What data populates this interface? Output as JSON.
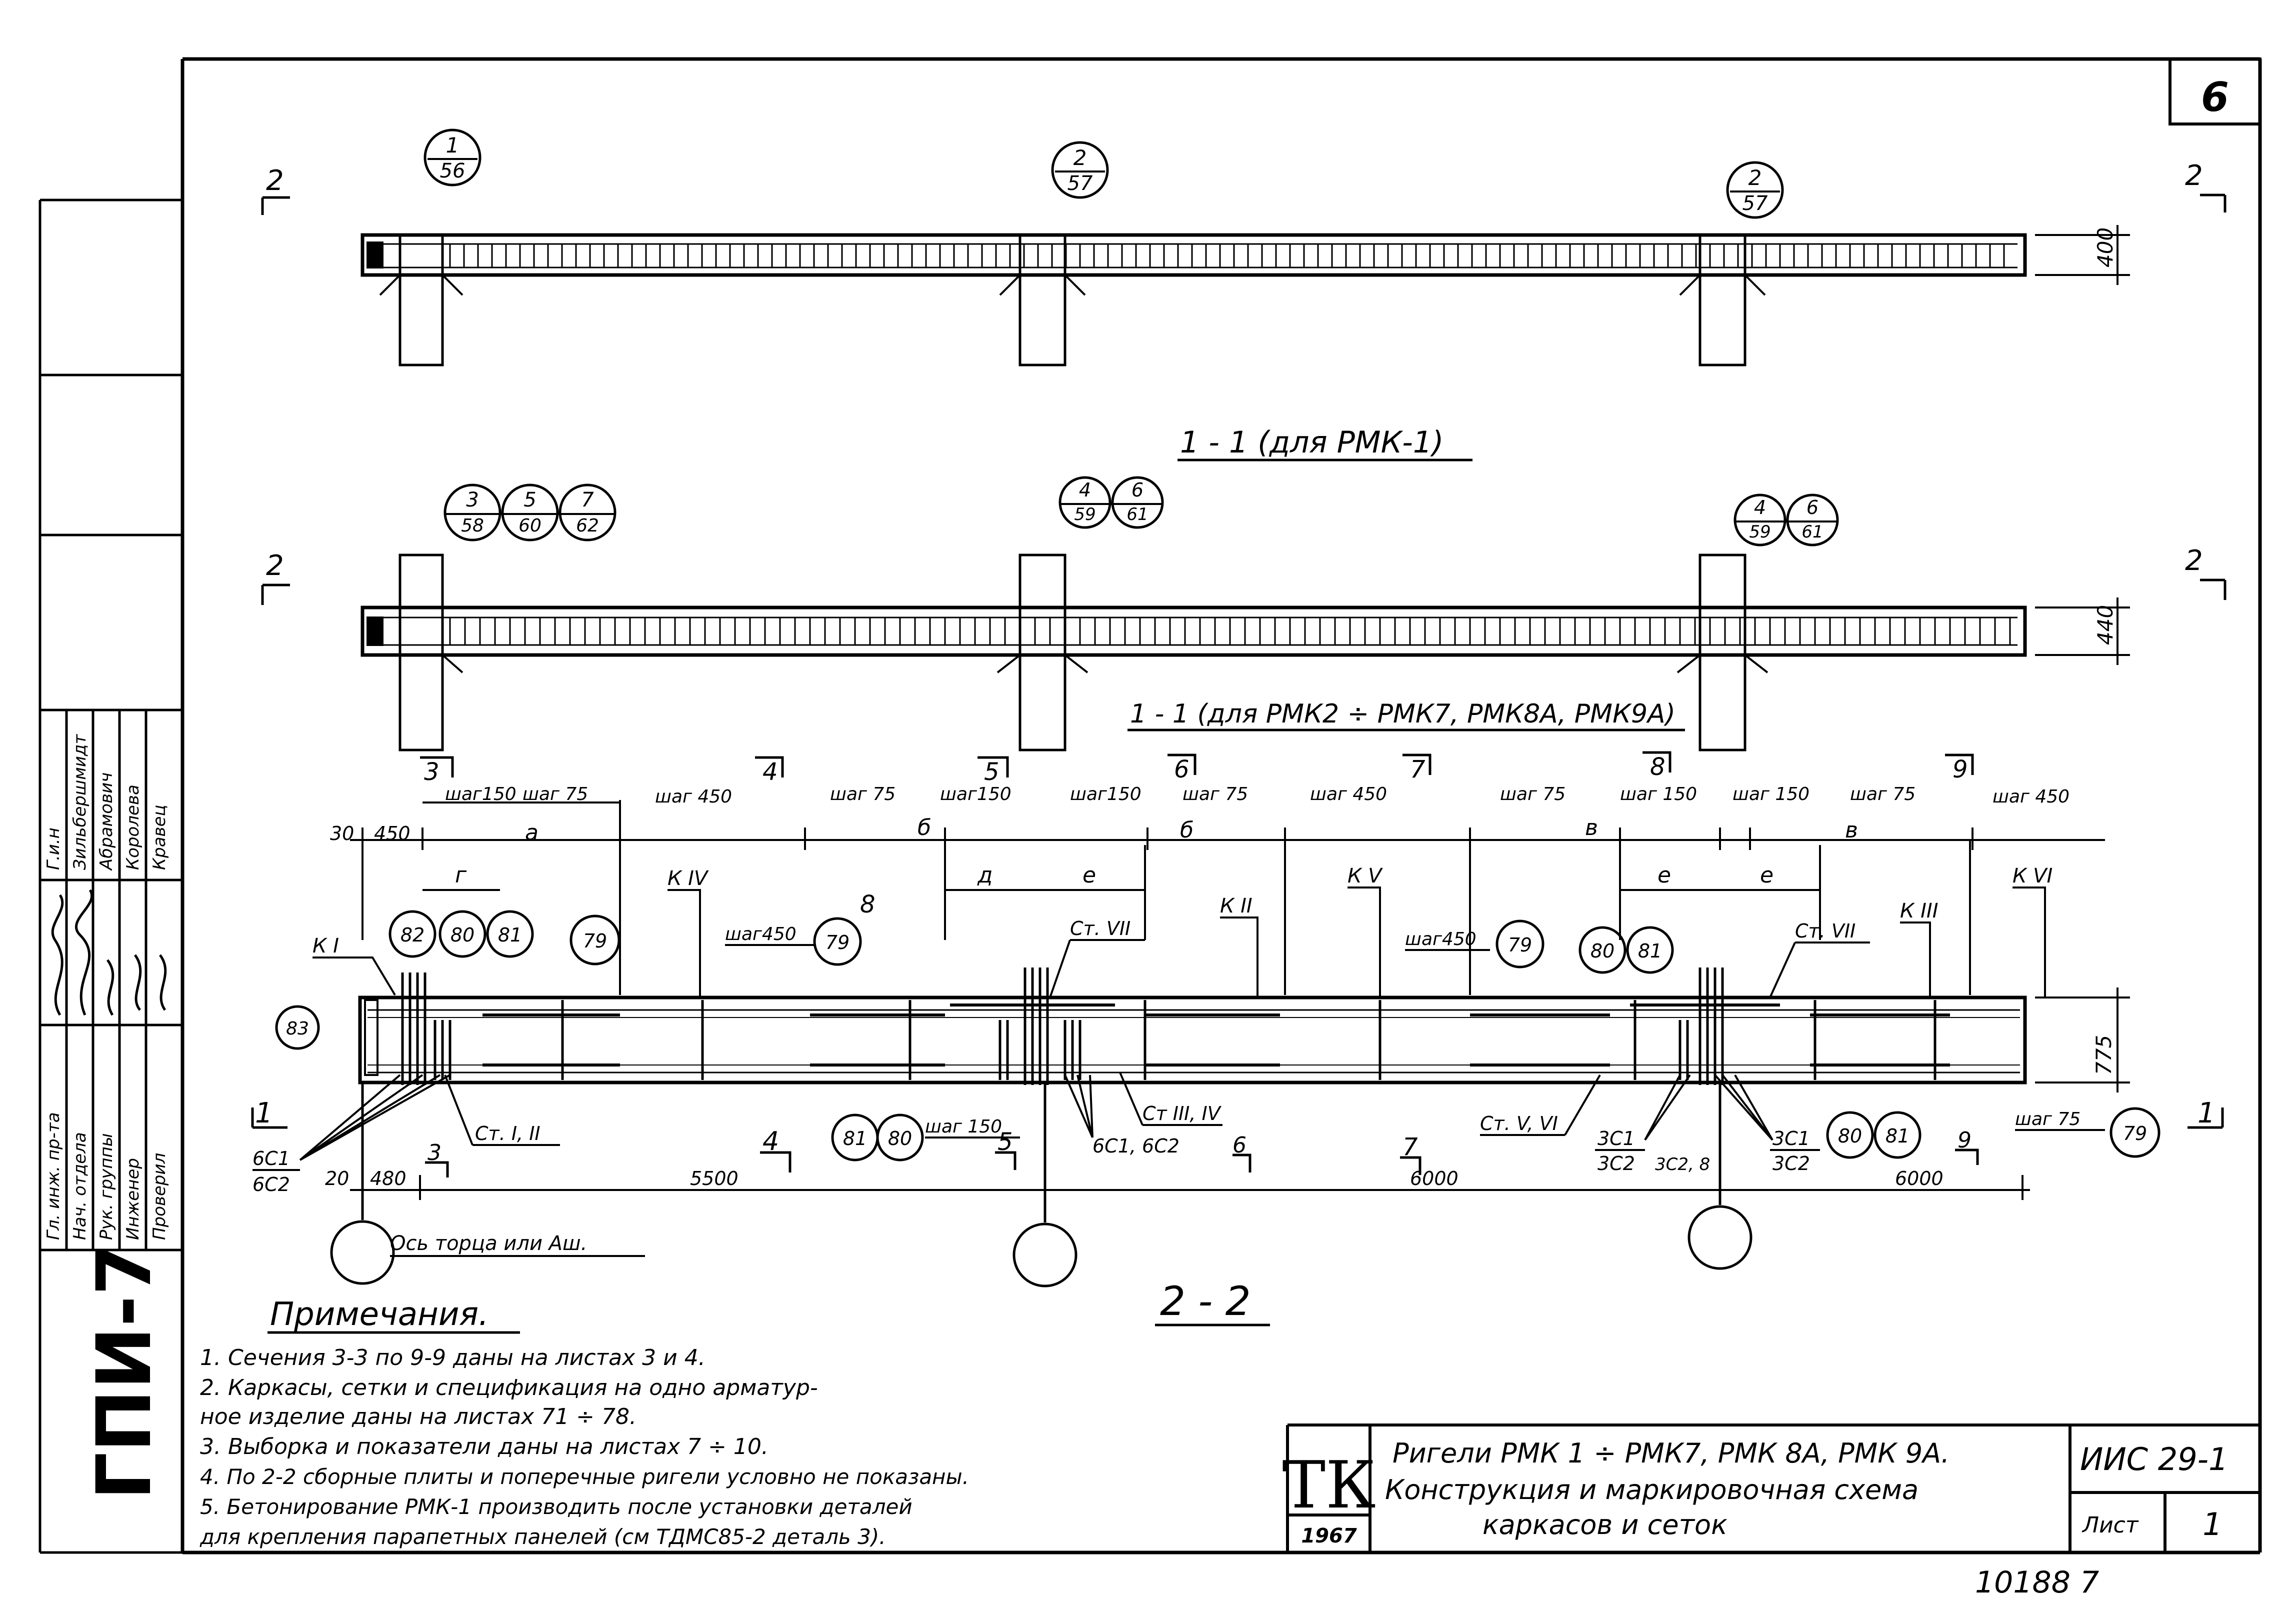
{
  "sheet_number": "6",
  "bottom_code": "10188   7",
  "org_stamp": "ГПИ-7",
  "stamp_roles": [
    "Гл. инж. пр-та",
    "Нач. отдела",
    "Рук. группы",
    "Инженер",
    "Проверил"
  ],
  "stamp_names": [
    "Г.и.н",
    "Зильбершмидт",
    "Абрамович",
    "Королева",
    "Кравец"
  ],
  "section_marks": {
    "left": "2",
    "right": "2",
    "one": "1"
  },
  "view1": {
    "title": "1 - 1  (для  РМК-1)",
    "callouts": [
      {
        "num": "1",
        "sheet": "56"
      },
      {
        "num": "2",
        "sheet": "57"
      },
      {
        "num": "2",
        "sheet": "57"
      }
    ],
    "height_dim": "400"
  },
  "view2": {
    "title": "1 - 1  (для  РМК2 ÷ РМК7, РМК8А, РМК9А)",
    "callouts": [
      {
        "num": "3",
        "sheet": "58"
      },
      {
        "num": "5",
        "sheet": "60"
      },
      {
        "num": "7",
        "sheet": "62"
      },
      {
        "num": "4",
        "sheet": "59"
      },
      {
        "num": "6",
        "sheet": "61"
      },
      {
        "num": "4",
        "sheet": "59"
      },
      {
        "num": "6",
        "sheet": "61"
      }
    ],
    "height_dim": "440"
  },
  "view3": {
    "title": "2 - 2",
    "height_dim": "775",
    "section_cuts": [
      "3",
      "4",
      "5",
      "6",
      "7",
      "8",
      "9"
    ],
    "pitch_labels": [
      "шаг150",
      "шаг 75",
      "шаг 450",
      "шаг 75",
      "шаг150",
      "шаг150",
      "шаг 75",
      "шаг 450",
      "шаг 75",
      "шаг 150",
      "шаг 150",
      "шаг 75",
      "шаг 450"
    ],
    "letter_dims": [
      "а",
      "б",
      "б",
      "в",
      "в",
      "г",
      "д",
      "е",
      "е",
      "е"
    ],
    "top_dims": [
      "30",
      "450"
    ],
    "frame_labels": [
      "К I",
      "К IV",
      "К V",
      "К II",
      "К VI",
      "К III"
    ],
    "bar_labels": [
      "Ст. VII",
      "Ст. VII",
      "Ст. I, II",
      "Ст III, IV",
      "Ст. V, VI"
    ],
    "mesh_labels": [
      "6С1",
      "6С2",
      "6С1, 6С2",
      "3С1",
      "3С2",
      "3С1",
      "3С2",
      "3С2, 8"
    ],
    "pos_circles": [
      "82",
      "80",
      "81",
      "79",
      "83",
      "79",
      "80",
      "81",
      "81",
      "80",
      "80",
      "81",
      "79"
    ],
    "pitch_450_left": "шаг450",
    "pitch_450_right": "шаг450",
    "pitch_150_bottom": "шаг 150",
    "pitch_75_bottom": "шаг 75",
    "stray_8": "8",
    "bottom_dims": [
      "20",
      "480",
      "5500",
      "6000",
      "6000"
    ],
    "axis_note": "Ось торца или Аш."
  },
  "notes": {
    "heading": "Примечания.",
    "items": [
      "1. Сечения  3-3  по  9-9  даны  на  листах  3 и 4.",
      "2. Каркасы, сетки и спецификация на одно арматур-",
      "    ное изделие даны на листах  71 ÷ 78.",
      "3. Выборка и показатели даны на листах  7 ÷ 10.",
      "4. По 2-2 сборные плиты и поперечные ригели условно не показаны.",
      "5. Бетонирование РМК-1 производить после установки деталей",
      "    для крепления парапетных  панелей (см ТДМС85-2 деталь 3)."
    ]
  },
  "title_block": {
    "logo": "ТК",
    "year": "1967",
    "line1": "Ригели  РМК 1 ÷ РМК7,  РМК 8А,  РМК 9А.",
    "line2": "Конструкция  и  маркировочная  схема",
    "line3": "каркасов   и   сеток",
    "series": "ИИС 29-1",
    "sheet_label": "Лист",
    "sheet_value": "1"
  }
}
